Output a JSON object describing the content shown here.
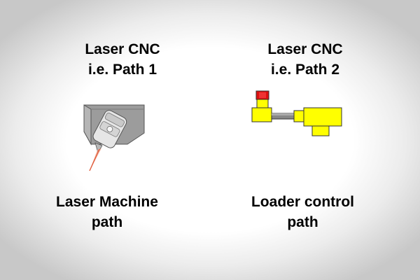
{
  "left_panel": {
    "title_line1": "Laser CNC",
    "title_line2": "i.e. Path 1",
    "caption_line1": "Laser Machine",
    "caption_line2": "path",
    "icon": "laser-head-icon"
  },
  "right_panel": {
    "title_line1": "Laser CNC",
    "title_line2": "i.e. Path 2",
    "caption_line1": "Loader control",
    "caption_line2": "path",
    "icon": "loader-arm-icon"
  },
  "colors": {
    "loader_yellow": "#ffff00",
    "loader_red": "#dd1111",
    "laser_body_gray": "#9a9a9a",
    "laser_beam": "#e05a3a"
  }
}
